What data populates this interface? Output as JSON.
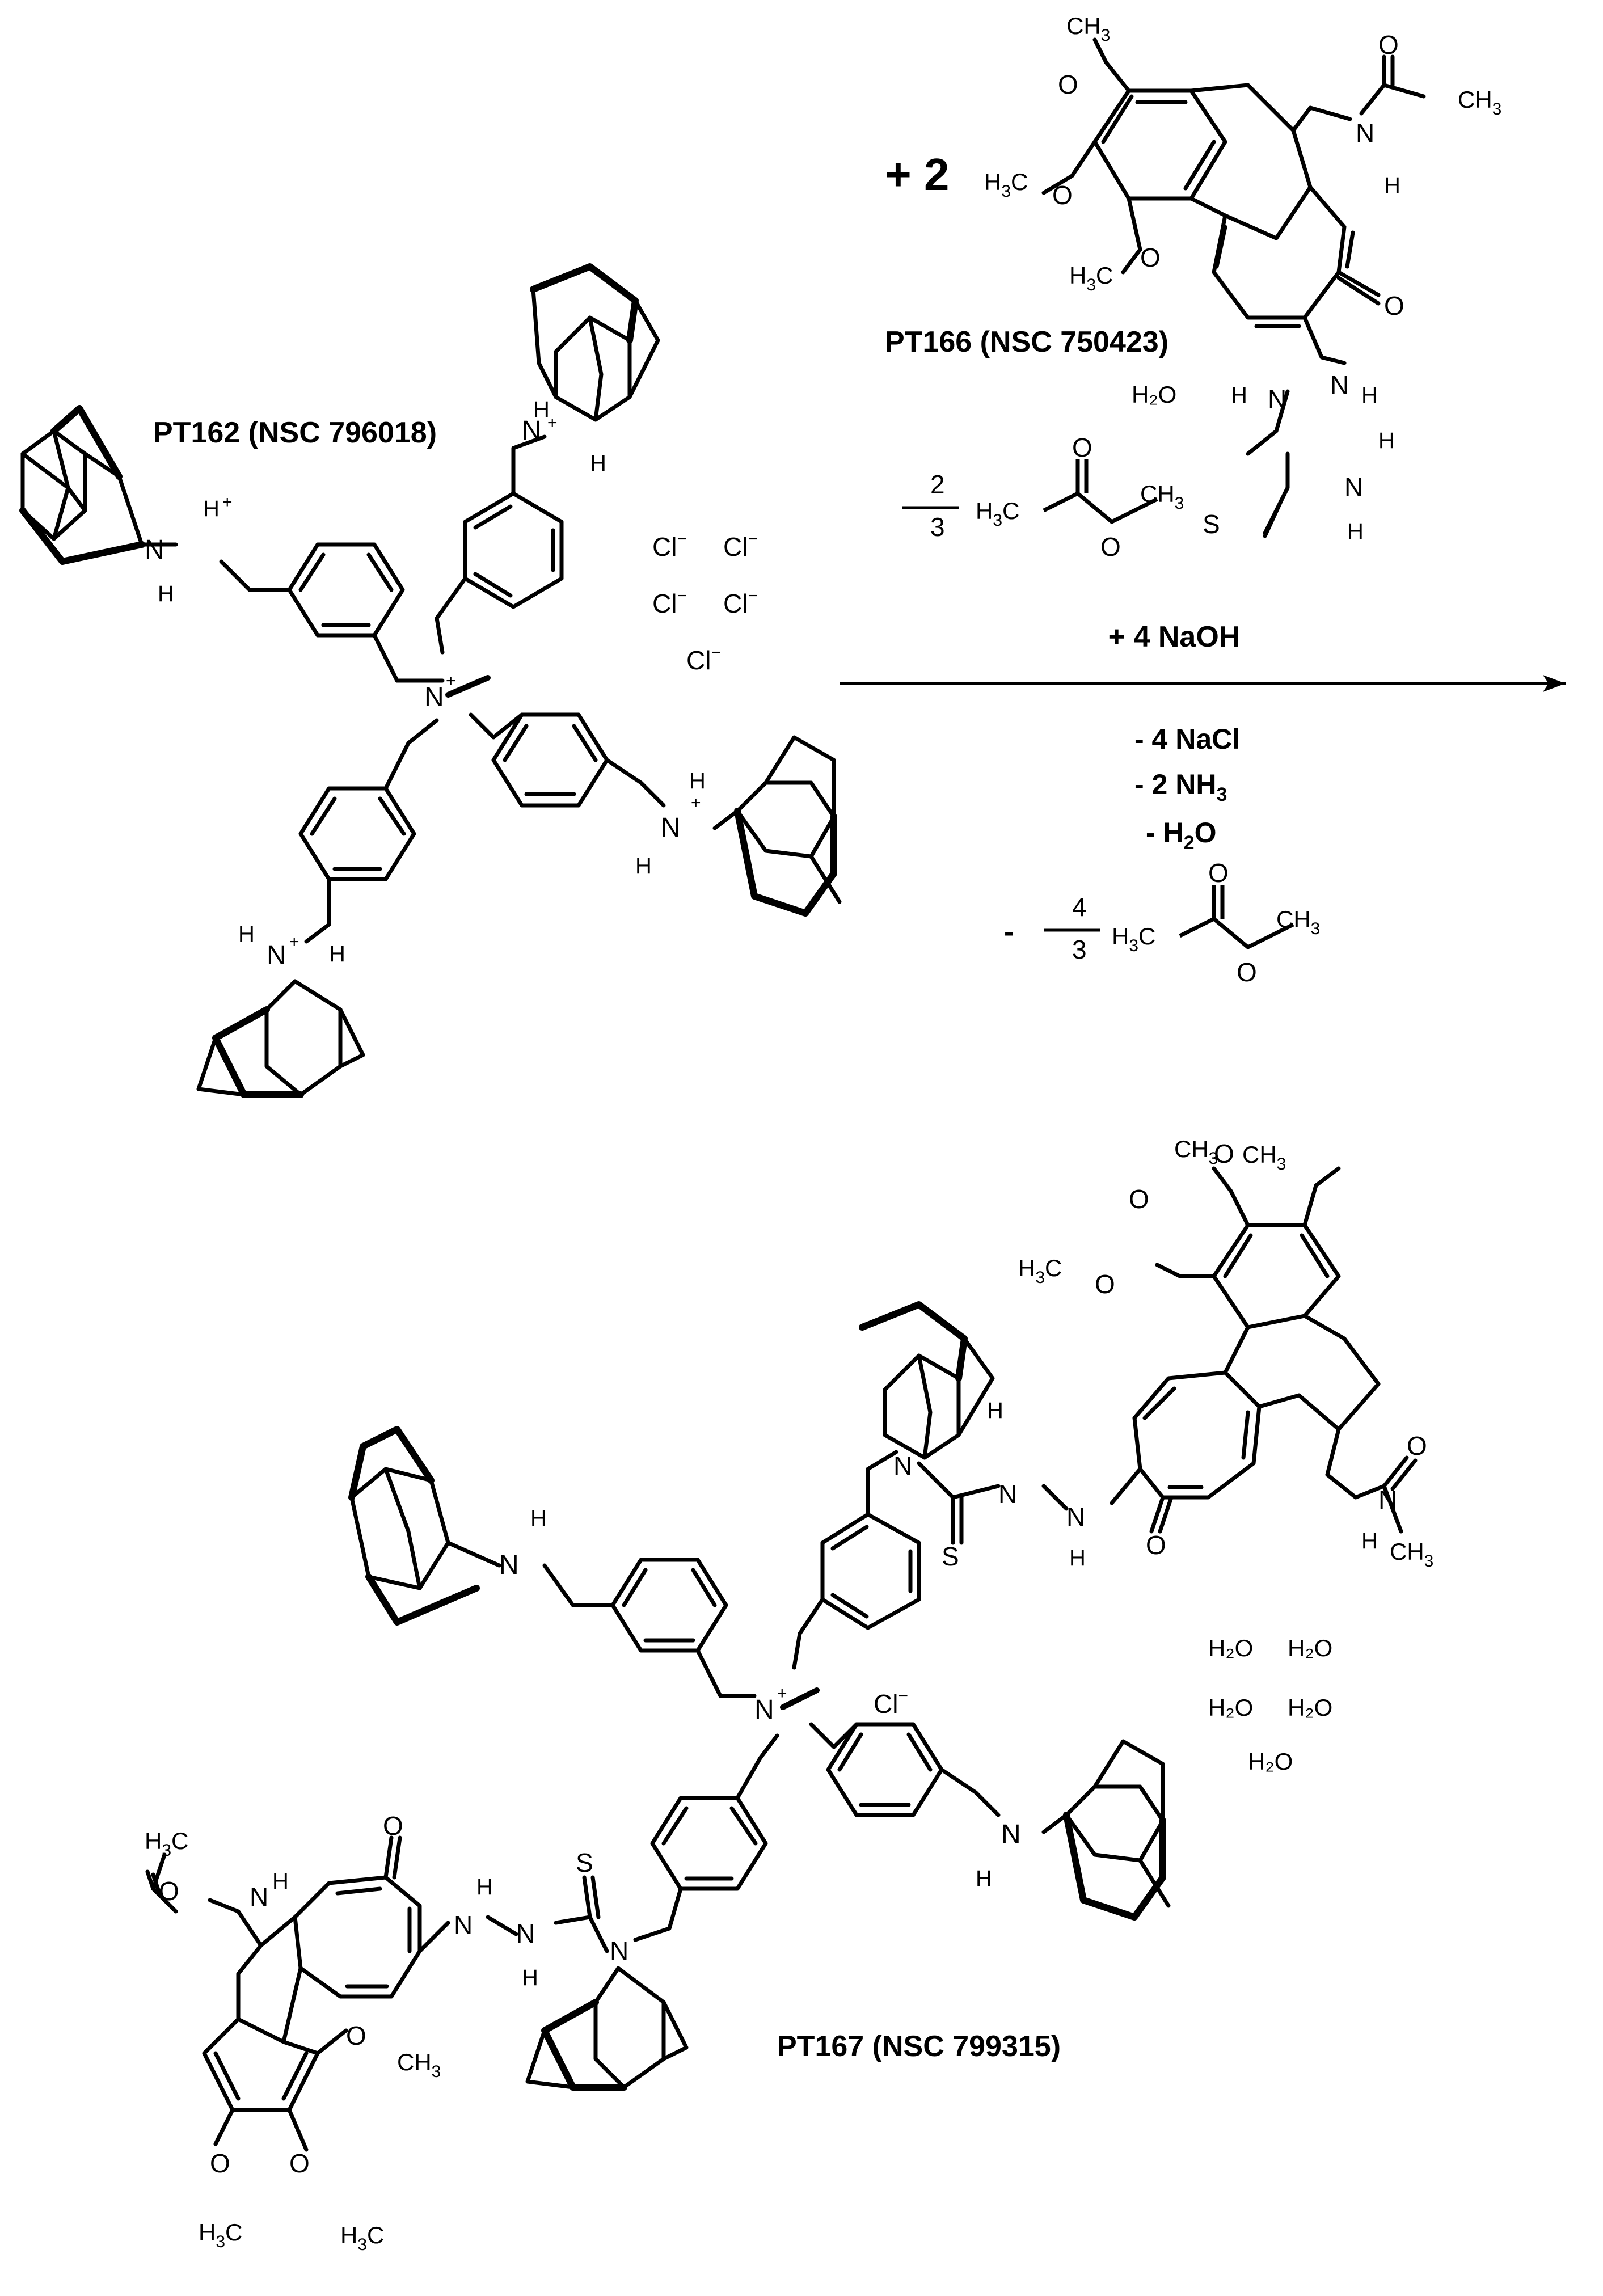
{
  "compounds": {
    "reactant_1": "PT162 (NSC 796018)",
    "reactant_2": "PT166 (NSC 750423)",
    "product": "PT167 (NSC 799315)"
  },
  "reagents": {
    "coefficient_reactant_2": "+ 2",
    "added_base": "+ 4 NaOH",
    "byproduct_1": "- 4 NaCl",
    "byproduct_2": "- 2 NH",
    "byproduct_2_sub": "3",
    "byproduct_3_pre": "- H",
    "byproduct_3_sub": "2",
    "byproduct_3_post": "O",
    "ethyl_acetate_in_num": "2",
    "ethyl_acetate_in_den": "3",
    "ethyl_acetate_out_sign": "-",
    "ethyl_acetate_out_num": "4",
    "ethyl_acetate_out_den": "3"
  },
  "counterions": {
    "chloride": "Cl",
    "charge_minus": "−"
  },
  "water": "H₂O"
}
